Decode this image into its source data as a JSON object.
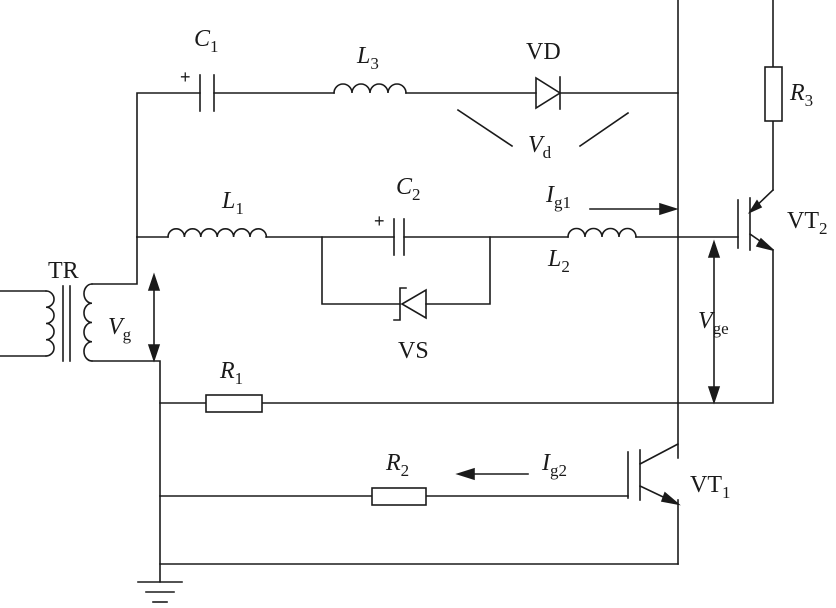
{
  "diagram": {
    "components": {
      "c1": {
        "sym": "C",
        "sub": "1"
      },
      "l3": {
        "sym": "L",
        "sub": "3"
      },
      "vd": {
        "label": "VD"
      },
      "vd_voltage": {
        "sym": "V",
        "sub": "d"
      },
      "r3": {
        "sym": "R",
        "sub": "3"
      },
      "vt2": {
        "label": "VT",
        "sub": "2"
      },
      "l1": {
        "sym": "L",
        "sub": "1"
      },
      "c2": {
        "sym": "C",
        "sub": "2"
      },
      "ig1": {
        "sym": "I",
        "sub": "g1"
      },
      "l2": {
        "sym": "L",
        "sub": "2"
      },
      "vs": {
        "label": "VS"
      },
      "tr": {
        "label": "TR"
      },
      "vg": {
        "sym": "V",
        "sub": "g"
      },
      "vge": {
        "sym": "V",
        "sub": "ge"
      },
      "r1": {
        "sym": "R",
        "sub": "1"
      },
      "r2": {
        "sym": "R",
        "sub": "2"
      },
      "ig2": {
        "sym": "I",
        "sub": "g2"
      },
      "vt1": {
        "label": "VT",
        "sub": "1"
      }
    },
    "polarity_mark": "+",
    "colors": {
      "ink": "#1a1a1a",
      "background": "#ffffff"
    }
  }
}
